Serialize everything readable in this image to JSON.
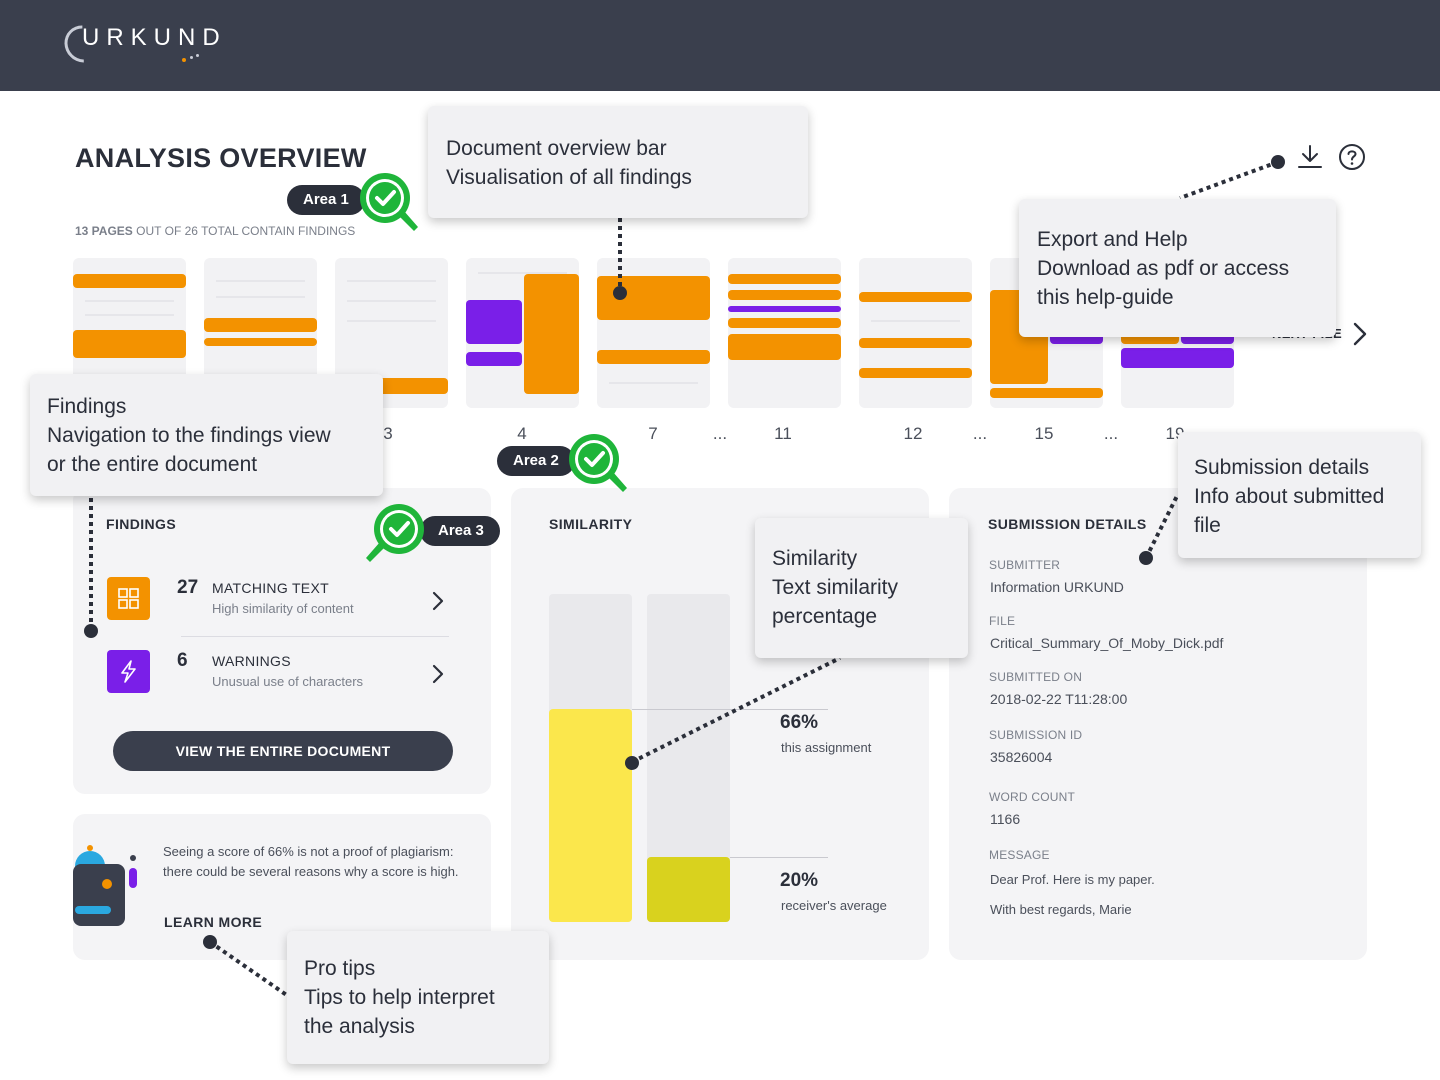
{
  "app": {
    "logo_text": "URKUND"
  },
  "header": {
    "title": "ANALYSIS OVERVIEW",
    "pages_bold": "13 PAGES",
    "pages_rest": "OUT OF 26 TOTAL CONTAIN FINDINGS",
    "download_icon": "download-icon",
    "help_icon": "help-icon"
  },
  "overview_bar": {
    "pages": [
      {
        "label": ""
      },
      {
        "label": ""
      },
      {
        "label": "3"
      },
      {
        "label": "4"
      },
      {
        "label": "7"
      },
      {
        "label": "11"
      },
      {
        "label": "12"
      },
      {
        "label": "15"
      },
      {
        "label": "19"
      }
    ],
    "ellipses": [
      "...",
      "...",
      "..."
    ],
    "next_label": "NEXT FILE"
  },
  "findings": {
    "title": "FINDINGS",
    "items": [
      {
        "count": "27",
        "label": "MATCHING TEXT",
        "desc": "High similarity of content",
        "icon": "grid-icon",
        "color": "#f39200"
      },
      {
        "count": "6",
        "label": "WARNINGS",
        "desc": "Unusual use of characters",
        "icon": "lightning-icon",
        "color": "#7a1fe8"
      }
    ],
    "button_label": "VIEW THE ENTIRE DOCUMENT"
  },
  "tips": {
    "text": "Seeing a score of 66% is not a proof of plagiarism: there could be several reasons why a score is high.",
    "link_label": "LEARN MORE"
  },
  "similarity": {
    "title": "SIMILARITY",
    "assignment": {
      "percent": "66%",
      "caption": "this assignment",
      "value": 0.66,
      "color": "#fbe74c"
    },
    "average": {
      "percent": "20%",
      "caption": "receiver's average",
      "value": 0.2,
      "color": "#d9d21e"
    }
  },
  "submission": {
    "title": "SUBMISSION DETAILS",
    "fields": [
      {
        "label": "SUBMITTER",
        "value": "Information URKUND"
      },
      {
        "label": "FILE",
        "value": "Critical_Summary_Of_Moby_Dick.pdf"
      },
      {
        "label": "SUBMITTED ON",
        "value": "2018-02-22 T11:28:00"
      },
      {
        "label": "SUBMISSION ID",
        "value": "35826004"
      },
      {
        "label": "WORD COUNT",
        "value": "1166"
      },
      {
        "label": "MESSAGE",
        "value": "Dear Prof. Here is my paper."
      }
    ],
    "message_extra": "With best regards, Marie"
  },
  "annotations": {
    "areas": [
      "Area 1",
      "Area 2",
      "Area 3"
    ],
    "callouts": {
      "overview": {
        "title": "Document overview bar",
        "body": "Visualisation of all findings"
      },
      "export": {
        "title": "Export and Help",
        "body": "Download as pdf or access\nthis help-guide"
      },
      "findings": {
        "title": "Findings",
        "body": "Navigation to the findings view\nor the entire document"
      },
      "similarity": {
        "title": "Similarity",
        "body": "Text similarity\npercentage"
      },
      "submission": {
        "title": "Submission details",
        "body": "Info about submitted\nfile"
      },
      "tips": {
        "title": "Pro tips",
        "body": "Tips to help interpret\nthe analysis"
      }
    }
  },
  "colors": {
    "orange": "#f39200",
    "purple": "#7a1fe8",
    "navy": "#3a3f4d",
    "green": "#1fb53a"
  }
}
